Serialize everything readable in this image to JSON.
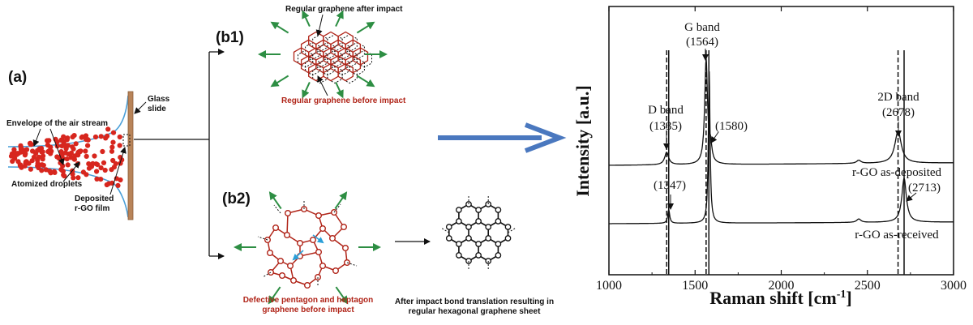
{
  "panel_a": {
    "label": "(a)",
    "glass_slide": "Glass\nslide",
    "envelope": "Envelope of the air stream",
    "droplets": "Atomized droplets",
    "film": "Deposited\nr-GO film"
  },
  "panel_b1": {
    "label": "(b1)",
    "after": "Regular graphene after impact",
    "before": "Regular graphene before impact"
  },
  "panel_b2": {
    "label": "(b2)",
    "defective": "Defective pentagon and heptagon\ngraphene before impact",
    "after": "After impact bond translation resulting in\nregular hexagonal graphene sheet"
  },
  "colors": {
    "red": "#b02418",
    "green": "#2d8e43",
    "blue_arrow": "#4a78bf",
    "slide": "#b88459",
    "stream_line": "#4a9fd8",
    "droplet": "#d7261e",
    "bond_arrow": "#2b9fd8"
  },
  "chart_data": {
    "type": "line",
    "xlabel": "Raman shift  [cm-1]",
    "xlabel_main": "Raman shift  [cm",
    "xlabel_sup": "-1",
    "xlabel_close": "]",
    "ylabel": "Intensity [a.u.]",
    "xlim": [
      1000,
      3000
    ],
    "x_ticks": [
      "1000",
      "1500",
      "2000",
      "2500",
      "3000"
    ],
    "y_ticks": false,
    "series": [
      {
        "name": "r-GO as-deposited",
        "peaks": [
          {
            "x": 1335,
            "h": 0.12,
            "w": 28
          },
          {
            "x": 1564,
            "h": 1.0,
            "w": 20
          },
          {
            "x": 1590,
            "h": 0.15,
            "w": 18
          },
          {
            "x": 2450,
            "h": 0.03,
            "w": 30
          },
          {
            "x": 2678,
            "h": 0.31,
            "w": 45
          }
        ]
      },
      {
        "name": "r-GO as-received",
        "peaks": [
          {
            "x": 1347,
            "h": 0.08,
            "w": 14
          },
          {
            "x": 1582,
            "h": 0.9,
            "w": 12
          },
          {
            "x": 2450,
            "h": 0.02,
            "w": 30
          },
          {
            "x": 2713,
            "h": 0.26,
            "w": 32
          }
        ]
      }
    ],
    "reference_lines": [
      {
        "x": 1335,
        "style": "dashed"
      },
      {
        "x": 1347,
        "style": "solid"
      },
      {
        "x": 1564,
        "style": "dashed"
      },
      {
        "x": 1580,
        "style": "solid"
      },
      {
        "x": 2678,
        "style": "dashed"
      },
      {
        "x": 2713,
        "style": "solid"
      }
    ],
    "annotations": {
      "g_band": "G band",
      "g_val": "(1564)",
      "d_band": "D band",
      "d_val": "(1335)",
      "v1580": "(1580)",
      "band_2d": "2D band",
      "val_2678": "(2678)",
      "v1347": "(1347)",
      "v2713": "(2713)",
      "lbl_deposited": "r-GO as-deposited",
      "lbl_received": "r-GO as-received"
    }
  }
}
